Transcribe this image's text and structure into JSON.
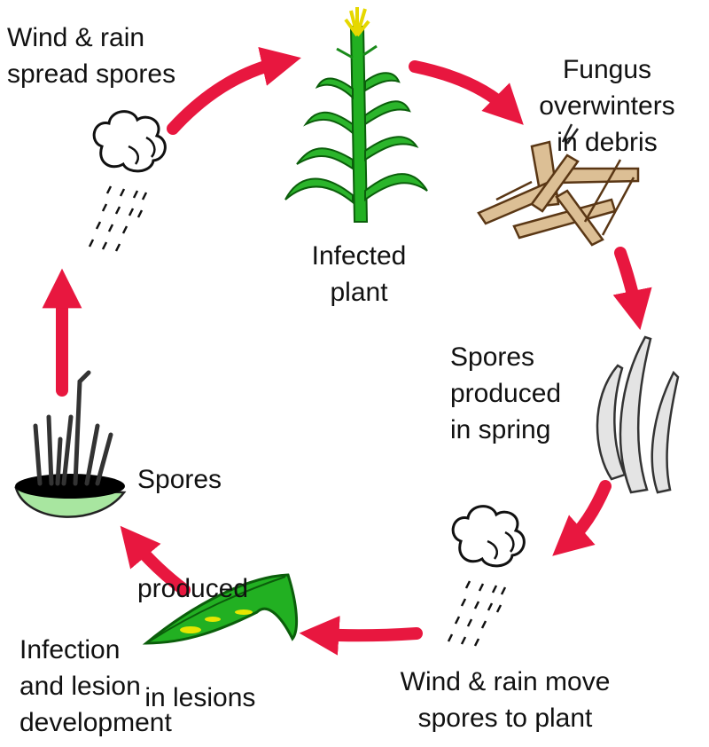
{
  "title": "Fungal disease cycle",
  "colors": {
    "arrow": "#e8173f",
    "plant": "#1fa81f",
    "debris": "#d9b98c",
    "lesion": "#a8e6a0"
  },
  "stages": {
    "wind_spread": [
      "Wind & rain",
      "spread spores"
    ],
    "infected_plant": [
      "Infected",
      "plant"
    ],
    "overwinter": [
      "Fungus",
      "overwinters",
      "in debris"
    ],
    "spring_spores": [
      "Spores",
      "produced",
      "in spring"
    ],
    "wind_move": [
      "Wind & rain move",
      "spores to plant"
    ],
    "infection": [
      "Infection",
      "and lesion",
      "development"
    ],
    "lesion_spores": [
      "Spores",
      "produced",
      " in lesions"
    ]
  }
}
